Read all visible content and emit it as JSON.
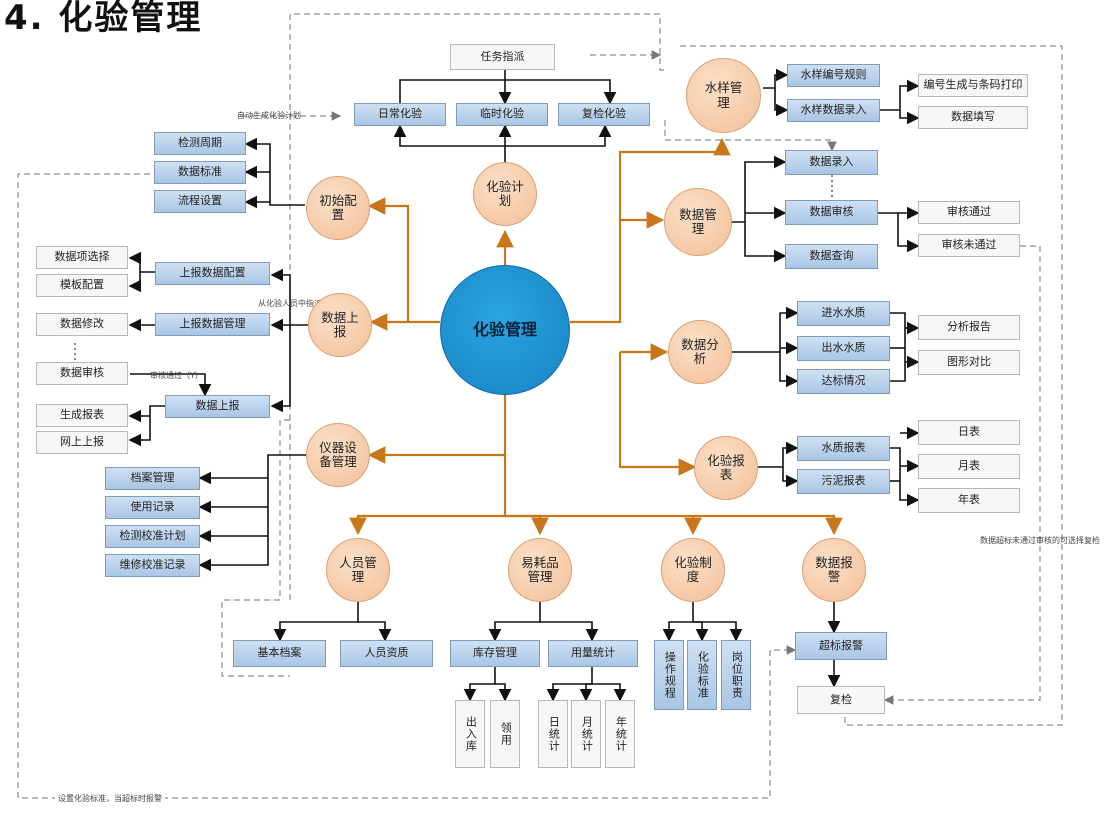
{
  "title": "4. 化验管理",
  "center": "化验管理",
  "plan": {
    "task": "任务指派",
    "label": "化验计划",
    "children": [
      "日常化验",
      "临时化验",
      "复检化验"
    ]
  },
  "init_config": {
    "label": "初始配置",
    "children": [
      "检测周期",
      "数据标准",
      "流程设置"
    ]
  },
  "report_upload": {
    "label": "数据上报",
    "config": "上报数据配置",
    "config_children": [
      "数据项选择",
      "模板配置"
    ],
    "manage": "上报数据管理",
    "edit": "数据修改",
    "review": "数据审核",
    "upload": "数据上报",
    "upload_children": [
      "生成报表",
      "网上上报"
    ]
  },
  "instrument": {
    "label": "仪器设备管理",
    "children": [
      "档案管理",
      "使用记录",
      "检测校准计划",
      "维修校准记录"
    ]
  },
  "sample": {
    "label": "水样管理",
    "children": [
      "水样编号规则",
      "水样数据录入"
    ],
    "entry_children": [
      "编号生成与条码打印",
      "数据填写"
    ]
  },
  "data_mgmt": {
    "label": "数据管理",
    "entry": "数据录入",
    "review": "数据审核",
    "query": "数据查询",
    "results": [
      "审核通过",
      "审核未通过"
    ]
  },
  "analysis": {
    "label": "数据分析",
    "children": [
      "进水水质",
      "出水水质",
      "达标情况"
    ],
    "outputs": [
      "分析报告",
      "图形对比"
    ]
  },
  "lab_report": {
    "label": "化验报表",
    "children": [
      "水质报表",
      "污泥报表"
    ],
    "periods": [
      "日表",
      "月表",
      "年表"
    ]
  },
  "staff": {
    "label": "人员管理",
    "children": [
      "基本档案",
      "人员资质"
    ]
  },
  "consumables": {
    "label": "易耗品管理",
    "inventory": "库存管理",
    "inventory_children": [
      "出入库",
      "领用"
    ],
    "usage": "用量统计",
    "usage_children": [
      "日统计",
      "月统计",
      "年统计"
    ]
  },
  "system": {
    "label": "化验制度",
    "children": [
      "操作规程",
      "化验标准",
      "岗位职责"
    ]
  },
  "alarm": {
    "label": "数据报警",
    "exceed": "超标报警",
    "recheck": "复检"
  },
  "notes": {
    "auto_plan": "自动生成化验计划",
    "assign_from_staff": "从化验人员中指派",
    "review_pass": "审核通过（Y）",
    "exceed_recheck": "数据超标未通过审核的可选择复检",
    "set_standard": "设置化验标准，当超标时报警"
  },
  "colors": {
    "box_blue": "#a9c6e6",
    "circle_orange": "#f3bf98",
    "center_blue": "#1782c4",
    "connector_orange": "#c8761a",
    "dashed": "#8c8c8c"
  }
}
